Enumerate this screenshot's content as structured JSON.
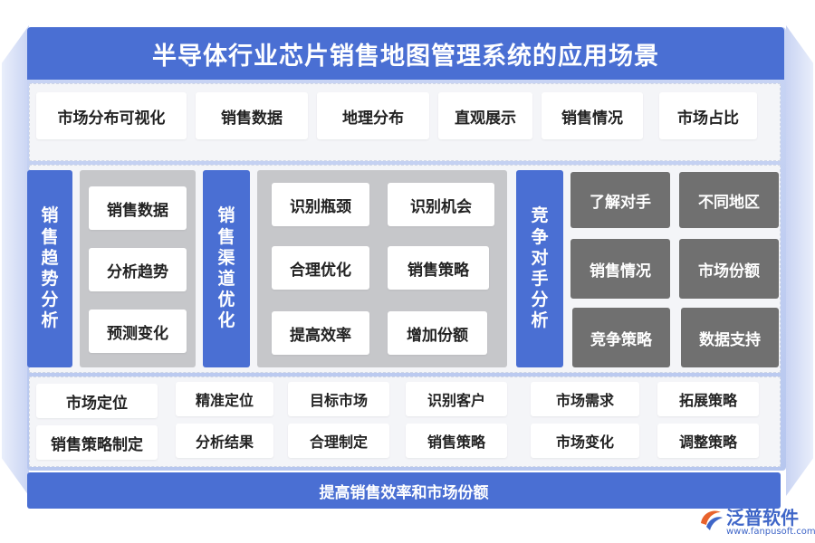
{
  "title": "半导体行业芯片销售地图管理系统的应用场景",
  "top_row": [
    "市场分布可视化",
    "销售数据",
    "地理分布",
    "直观展示",
    "销售情况",
    "市场占比"
  ],
  "panels": [
    {
      "label": "销售趋势分析",
      "items": [
        "销售数据",
        "分析趋势",
        "预测变化"
      ]
    },
    {
      "label": "销售渠道优化",
      "items": [
        "识别瓶颈",
        "识别机会",
        "合理优化",
        "销售策略",
        "提高效率",
        "增加份额"
      ]
    },
    {
      "label": "竞争对手分析",
      "items": [
        "了解对手",
        "不同地区",
        "销售情况",
        "市场份额",
        "竞争策略",
        "数据支持"
      ]
    }
  ],
  "bottom_rows": [
    {
      "header": "市场定位",
      "items": [
        "精准定位",
        "目标市场",
        "识别客户",
        "市场需求",
        "拓展策略"
      ]
    },
    {
      "header": "销售策略制定",
      "items": [
        "分析结果",
        "合理制定",
        "销售策略",
        "市场变化",
        "调整策略"
      ]
    }
  ],
  "footer": "提高销售效率和市场份额",
  "logo": {
    "name": "泛普软件",
    "url": "www.fanpusoft.com"
  },
  "colors": {
    "primary": "#4a6fd3",
    "panel_gray": "#c6c7ca",
    "tile_dark": "#707070"
  }
}
